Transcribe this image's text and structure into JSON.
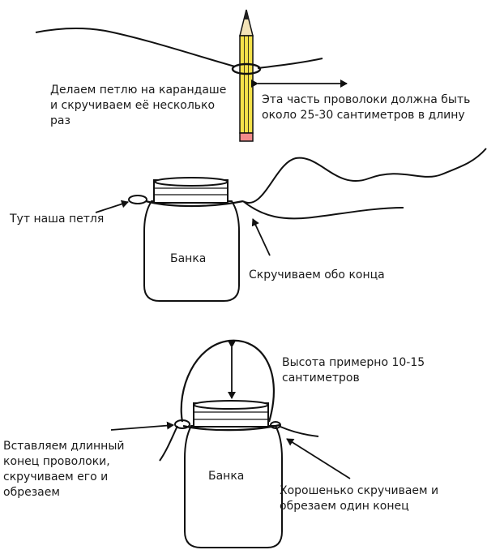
{
  "step1": {
    "loop_text": "Делаем петлю на карандаше\nи скручиваем её несколько\nраз",
    "length_text": "Эта часть проволоки должна быть\nоколо 25-30 сантиметров в длину"
  },
  "step2": {
    "loop_label": "Тут наша петля",
    "jar_label": "Банка",
    "twist_label": "Скручиваем обо конца"
  },
  "step3": {
    "height_label": "Высота примерно 10-15\nсантиметров",
    "insert_label": "Вставляем длинный\nконец проволоки,\nскручиваем его и\nобрезаем",
    "jar_label": "Банка",
    "cut_label": "Хорошенько скручиваем и\nобрезаем один конец"
  }
}
